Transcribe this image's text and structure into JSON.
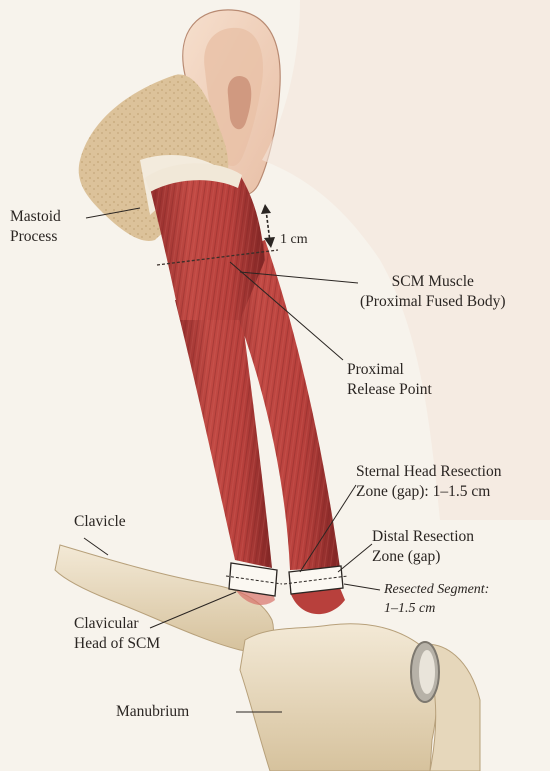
{
  "labels": {
    "mastoid_line1": "Mastoid",
    "mastoid_line2": "Process",
    "one_cm": "1 cm",
    "scm_line1": "SCM Muscle",
    "scm_line2": "(Proximal Fused Body)",
    "proximal_line1": "Proximal",
    "proximal_line2": "Release Point",
    "sternal_line1": "Sternal Head Resection",
    "sternal_line2": "Zone (gap): 1–1.5 cm",
    "clavicle": "Clavicle",
    "distal_line1": "Distal Resection",
    "distal_line2": "Zone (gap)",
    "resected_line1": "Resected Segment:",
    "resected_line2": "1–1.5 cm",
    "clavicular_line1": "Clavicular",
    "clavicular_line2": "Head of SCM",
    "manubrium": "Manubrium"
  },
  "colors": {
    "background": "#f7f3ec",
    "muscle": "#b8403c",
    "muscle_dark": "#8e2a29",
    "tendon": "#f1e8d8",
    "bone": "#e9dcc3",
    "bone_shadow": "#c9b48f",
    "skin": "#f2d6c2",
    "leader_line": "#2a2522"
  }
}
